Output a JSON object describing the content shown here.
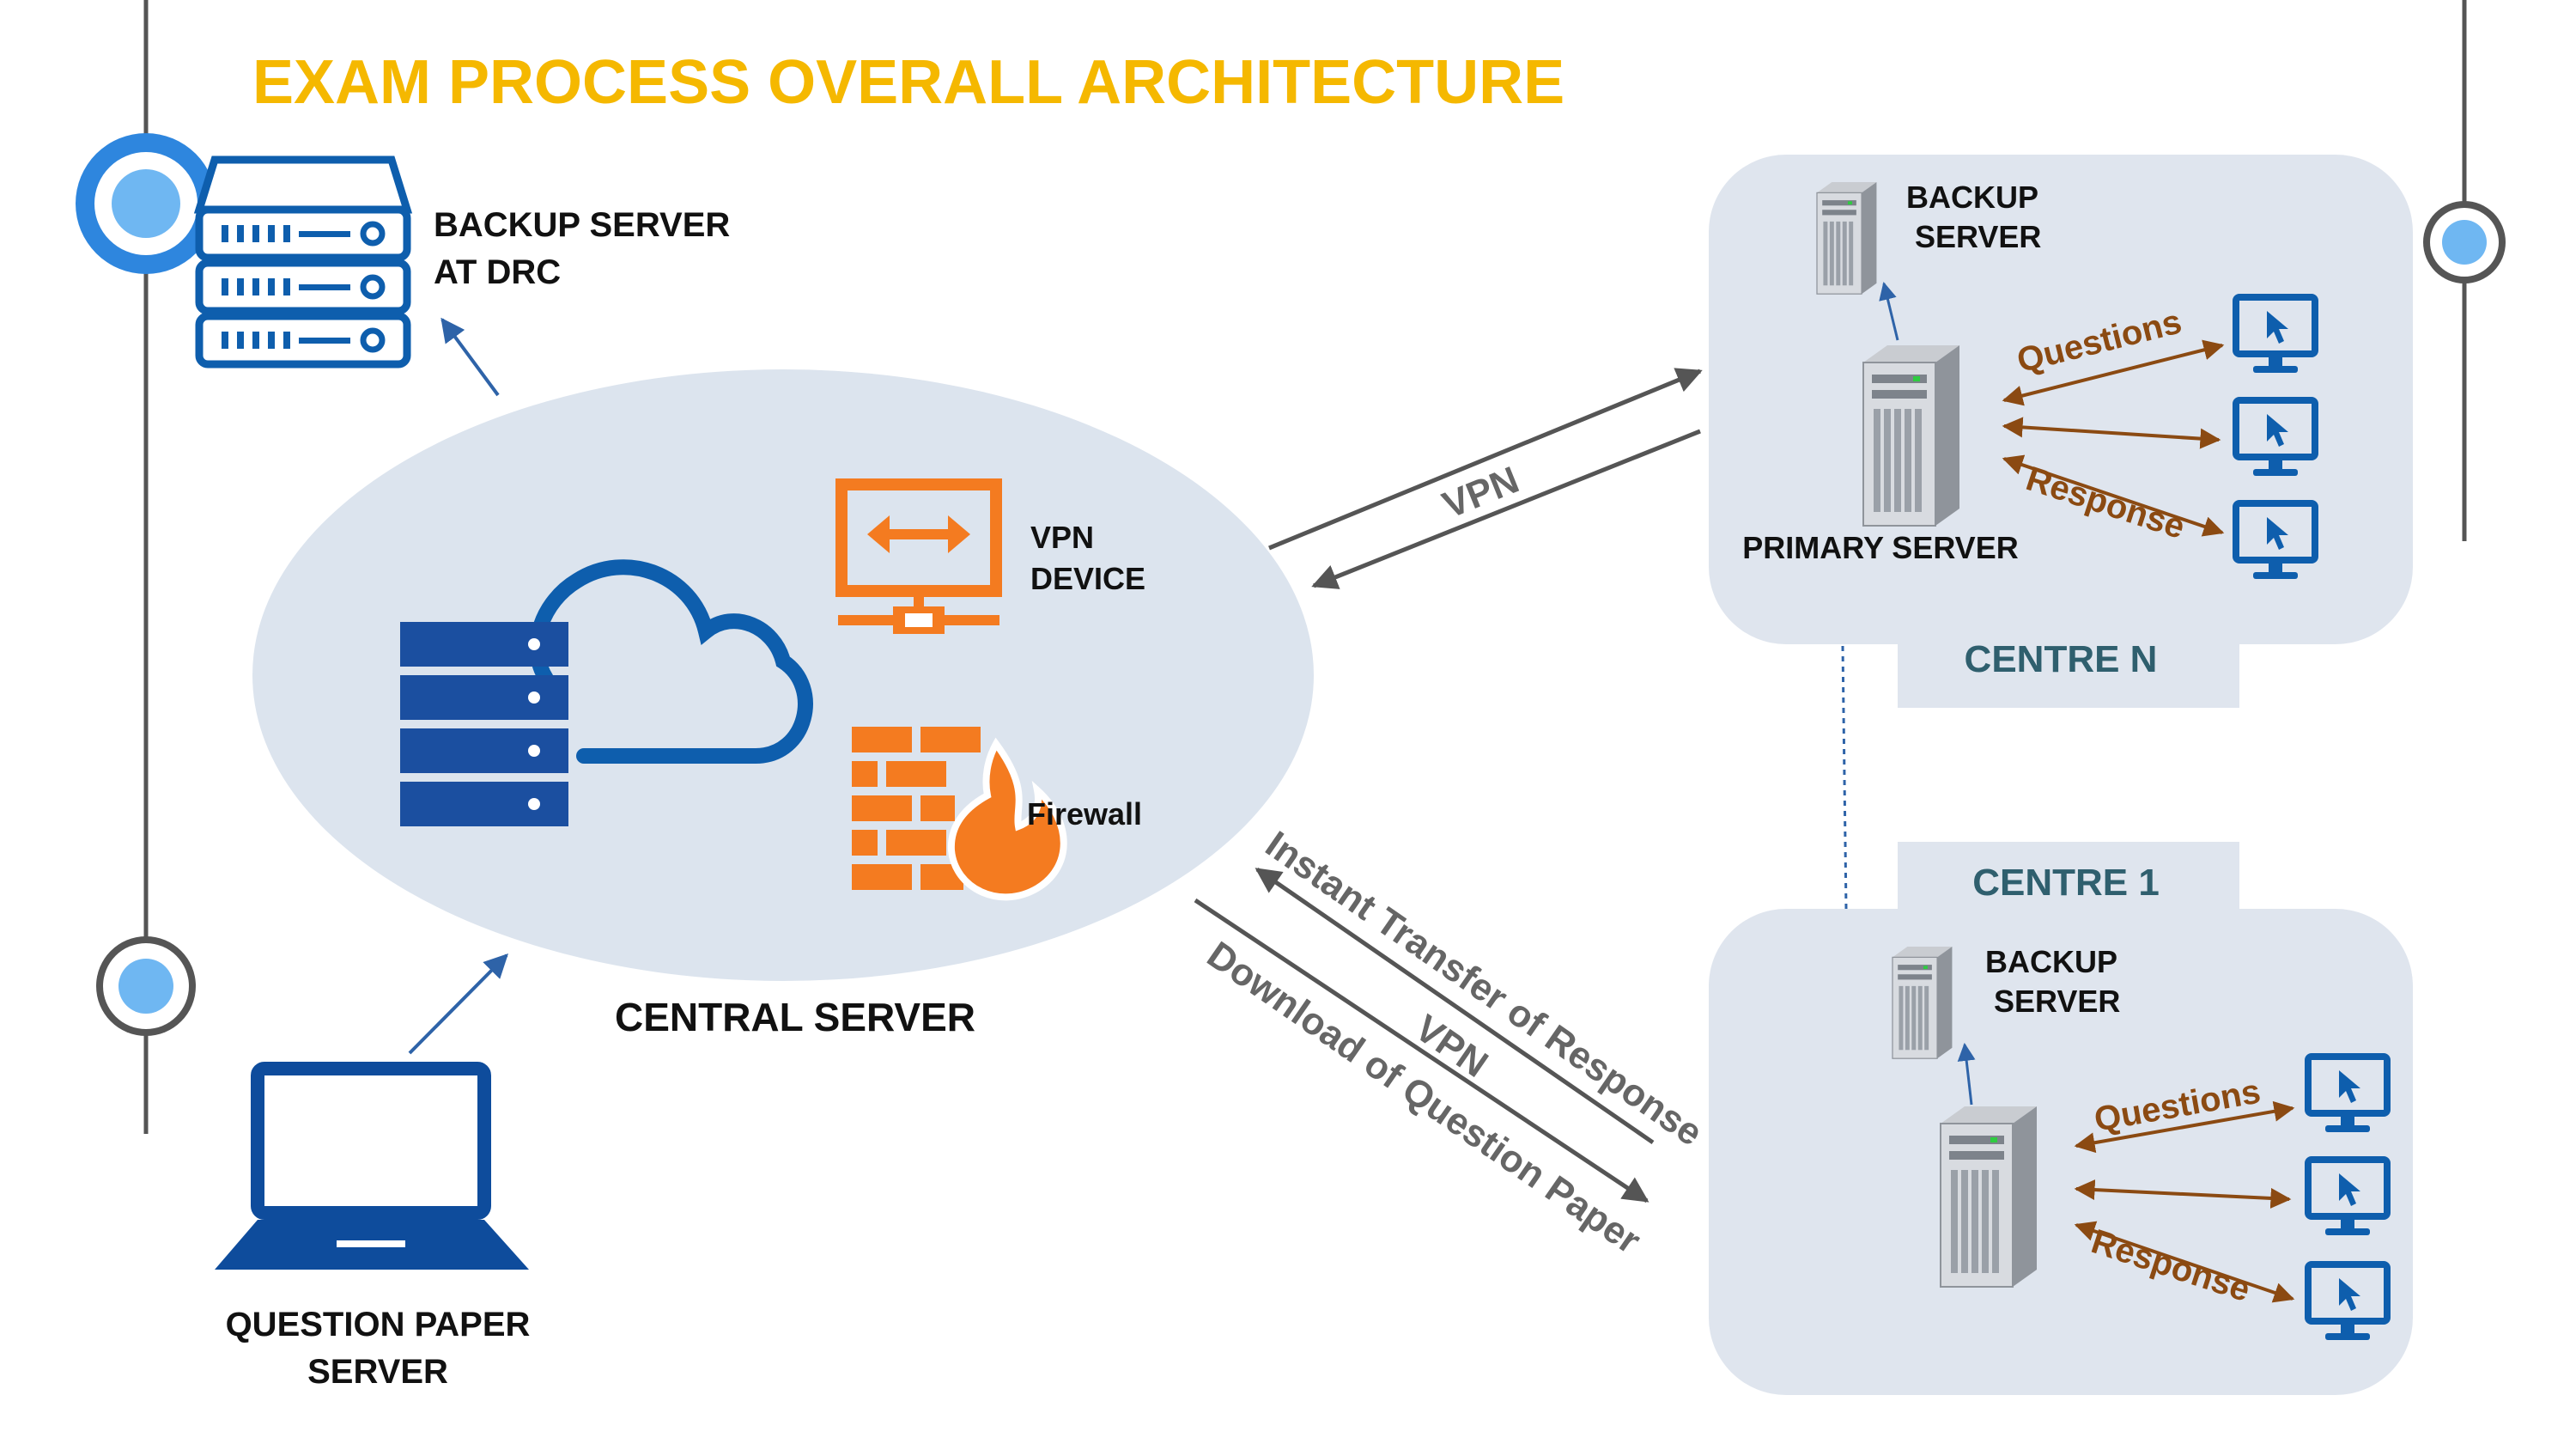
{
  "title": "EXAM PROCESS OVERALL ARCHITECTURE",
  "colors": {
    "title": "#F5B800",
    "server_blue": "#0E4C9C",
    "accent_orange": "#F47B20",
    "flow_brown": "#8B4A12",
    "panel": "#DFE5EE",
    "ellipse": "#DCE4EE",
    "line_grey": "#555555",
    "centre_label": "#2F5F6E"
  },
  "nodes": {
    "backup_drc": {
      "line1": "BACKUP SERVER",
      "line2": "AT DRC"
    },
    "central": {
      "label": "CENTRAL SERVER"
    },
    "vpn_device": {
      "line1": "VPN",
      "line2": "DEVICE"
    },
    "firewall": {
      "label": "Firewall"
    },
    "qp_server": {
      "line1": "QUESTION PAPER",
      "line2": "SERVER"
    }
  },
  "centre_n": {
    "name": "CENTRE N",
    "backup": {
      "line1": "BACKUP",
      "line2": "SERVER"
    },
    "primary": "PRIMARY SERVER",
    "questions": "Questions",
    "response": "Response"
  },
  "centre_1": {
    "name": "CENTRE 1",
    "backup": {
      "line1": "BACKUP",
      "line2": "SERVER"
    },
    "questions": "Questions",
    "response": "Response"
  },
  "links": {
    "vpn_top": "VPN",
    "instant": "Instant Transfer of Response",
    "vpn_bottom": "VPN",
    "download": "Download of Question Paper"
  }
}
